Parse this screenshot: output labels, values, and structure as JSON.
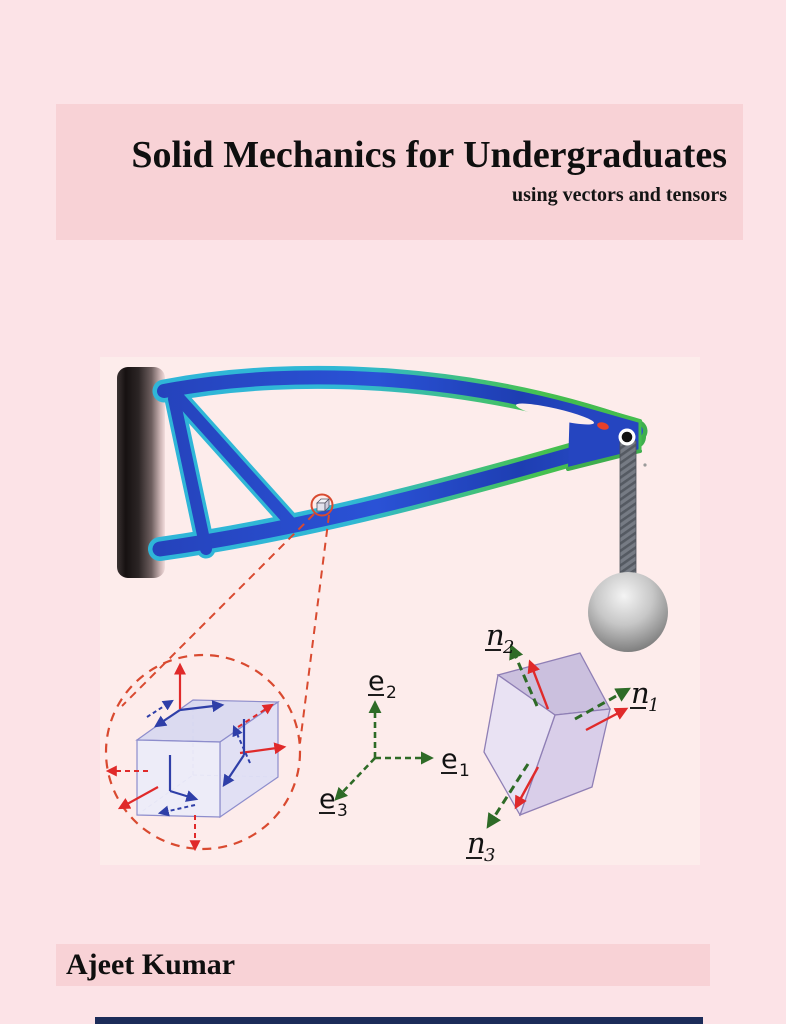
{
  "cover": {
    "title": "Solid Mechanics for Undergraduates",
    "subtitle": "using vectors and tensors",
    "author": "Ajeet Kumar"
  },
  "figure": {
    "axis_labels": {
      "e1": {
        "base": "e",
        "sub": "1"
      },
      "e2": {
        "base": "e",
        "sub": "2"
      },
      "e3": {
        "base": "e",
        "sub": "3"
      }
    },
    "normal_labels": {
      "n1": {
        "base": "n",
        "sub": "1"
      },
      "n2": {
        "base": "n",
        "sub": "2"
      },
      "n3": {
        "base": "n",
        "sub": "3"
      }
    }
  },
  "colors": {
    "page_background": "#fce3e7",
    "band_background": "#f8d2d6",
    "panel_background": "#fdeceb",
    "bottom_strip": "#1c2c59",
    "title_text": "#0f0f0f",
    "zoom_dash_red": "#d94a30",
    "axis_green": "#2e6b27",
    "arrow_red": "#e02a2a",
    "arrow_blue": "#2f3fa8",
    "bracket_blue": "#2547c5",
    "bracket_cyan": "#2fb6d8",
    "bracket_green": "#44bd4f"
  }
}
